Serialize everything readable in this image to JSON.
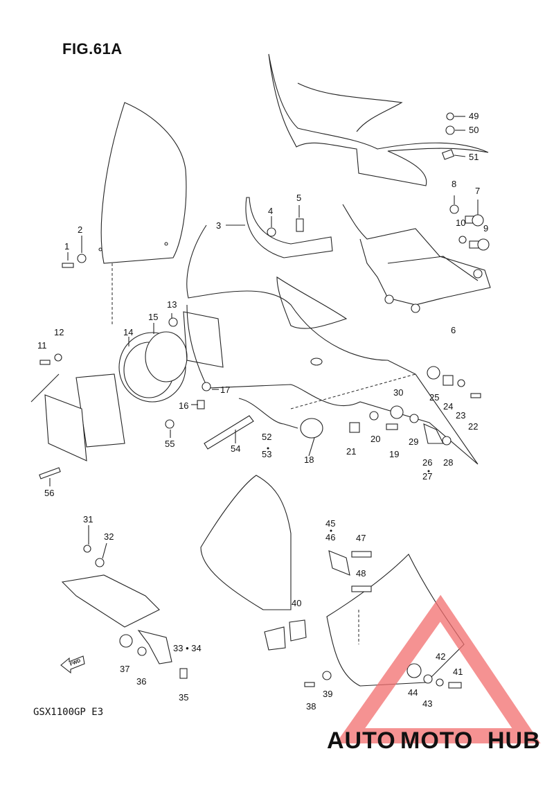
{
  "figure": {
    "title": "FIG.61A",
    "model_code": "GSX1100GP  E3"
  },
  "callouts": [
    {
      "id": "1",
      "text": "1"
    },
    {
      "id": "2",
      "text": "2"
    },
    {
      "id": "3",
      "text": "3"
    },
    {
      "id": "4",
      "text": "4"
    },
    {
      "id": "5",
      "text": "5"
    },
    {
      "id": "6",
      "text": "6"
    },
    {
      "id": "7",
      "text": "7"
    },
    {
      "id": "8",
      "text": "8"
    },
    {
      "id": "9",
      "text": "9"
    },
    {
      "id": "10",
      "text": "10"
    },
    {
      "id": "11",
      "text": "11"
    },
    {
      "id": "12",
      "text": "12"
    },
    {
      "id": "13",
      "text": "13"
    },
    {
      "id": "14",
      "text": "14"
    },
    {
      "id": "15",
      "text": "15"
    },
    {
      "id": "16",
      "text": "16"
    },
    {
      "id": "17",
      "text": "17"
    },
    {
      "id": "18",
      "text": "18"
    },
    {
      "id": "19",
      "text": "19"
    },
    {
      "id": "20",
      "text": "20"
    },
    {
      "id": "21",
      "text": "21"
    },
    {
      "id": "22",
      "text": "22"
    },
    {
      "id": "23",
      "text": "23"
    },
    {
      "id": "24",
      "text": "24"
    },
    {
      "id": "25",
      "text": "25"
    },
    {
      "id": "26",
      "text": "26"
    },
    {
      "id": "27",
      "text": "27"
    },
    {
      "id": "28",
      "text": "28"
    },
    {
      "id": "29",
      "text": "29"
    },
    {
      "id": "30",
      "text": "30"
    },
    {
      "id": "31",
      "text": "31"
    },
    {
      "id": "32",
      "text": "32"
    },
    {
      "id": "33_34",
      "text": "33 • 34"
    },
    {
      "id": "35",
      "text": "35"
    },
    {
      "id": "36",
      "text": "36"
    },
    {
      "id": "37",
      "text": "37"
    },
    {
      "id": "38",
      "text": "38"
    },
    {
      "id": "39",
      "text": "39"
    },
    {
      "id": "40",
      "text": "40"
    },
    {
      "id": "41",
      "text": "41"
    },
    {
      "id": "42",
      "text": "42"
    },
    {
      "id": "43",
      "text": "43"
    },
    {
      "id": "44",
      "text": "44"
    },
    {
      "id": "45",
      "text": "45"
    },
    {
      "id": "46",
      "text": "46"
    },
    {
      "id": "47",
      "text": "47"
    },
    {
      "id": "48",
      "text": "48"
    },
    {
      "id": "49",
      "text": "49"
    },
    {
      "id": "50",
      "text": "50"
    },
    {
      "id": "51",
      "text": "51"
    },
    {
      "id": "52",
      "text": "52"
    },
    {
      "id": "53",
      "text": "53"
    },
    {
      "id": "54",
      "text": "54"
    },
    {
      "id": "55",
      "text": "55"
    },
    {
      "id": "56",
      "text": "56"
    }
  ],
  "direction_marker": {
    "label": "FWD"
  },
  "watermark": {
    "part1": "AUTO",
    "part2": "MOTO",
    "part3": "HUB",
    "colors": {
      "orange": "#f5a623",
      "red": "#e84c3d",
      "gray": "#6b6b6b",
      "triangle": "#f26d6d"
    }
  }
}
